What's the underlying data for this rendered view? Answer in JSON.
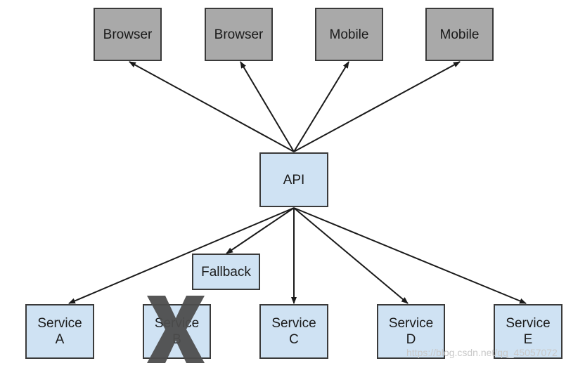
{
  "clients": [
    {
      "id": "browser-1",
      "label": "Browser"
    },
    {
      "id": "browser-2",
      "label": "Browser"
    },
    {
      "id": "mobile-1",
      "label": "Mobile"
    },
    {
      "id": "mobile-2",
      "label": "Mobile"
    }
  ],
  "api": {
    "label": "API"
  },
  "fallback": {
    "label": "Fallback"
  },
  "services": [
    {
      "id": "service-a",
      "label": "Service\nA",
      "failed": false
    },
    {
      "id": "service-b",
      "label": "Service\nB",
      "failed": true
    },
    {
      "id": "service-c",
      "label": "Service\nC",
      "failed": false
    },
    {
      "id": "service-d",
      "label": "Service\nD",
      "failed": false
    },
    {
      "id": "service-e",
      "label": "Service\nE",
      "failed": false
    }
  ],
  "colors": {
    "client_fill": "#a9a9a9",
    "service_fill": "#cfe2f3",
    "border": "#3a3a3a",
    "arrow": "#1a1a1a",
    "failure_mark": "#4d4d4d"
  },
  "watermark": "https://blog.csdn.net/qq_45057072"
}
